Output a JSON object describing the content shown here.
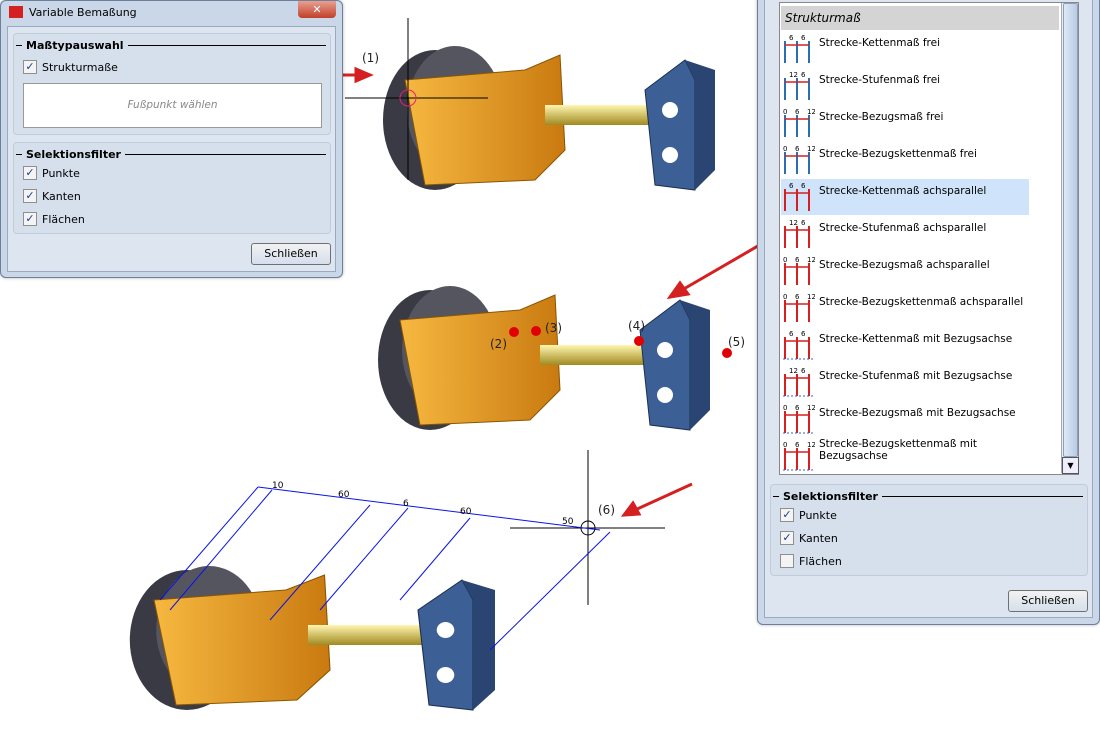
{
  "left_dialog": {
    "title": "Variable Bemaßung",
    "close": "✕",
    "group1_title": "Maßtypauswahl",
    "structure_checkbox": {
      "label": "Strukturmaße",
      "checked": true
    },
    "prompt": "Fußpunkt wählen",
    "group2_title": "Selektionsfilter",
    "filters": [
      {
        "label": "Punkte",
        "checked": true
      },
      {
        "label": "Kanten",
        "checked": true
      },
      {
        "label": "Flächen",
        "checked": true
      }
    ],
    "close_button": "Schließen"
  },
  "right_dialog": {
    "list_header": "Strukturmaß",
    "items": [
      {
        "label": "Strecke-Kettenmaß frei",
        "icon": "chain-dim-icon",
        "nums": [
          "6",
          "6"
        ]
      },
      {
        "label": "Strecke-Stufenmaß frei",
        "icon": "step-dim-icon",
        "nums": [
          "12",
          "6"
        ]
      },
      {
        "label": "Strecke-Bezugsmaß frei",
        "icon": "baseline-dim-icon",
        "nums": [
          "0",
          "6",
          "12"
        ]
      },
      {
        "label": "Strecke-Bezugskettenmaß frei",
        "icon": "baseline-chain-dim-icon",
        "nums": [
          "0",
          "6",
          "12"
        ]
      },
      {
        "label": "Strecke-Kettenmaß achsparallel",
        "icon": "chain-dim-icon",
        "nums": [
          "6",
          "6"
        ]
      },
      {
        "label": "Strecke-Stufenmaß achsparallel",
        "icon": "step-dim-icon",
        "nums": [
          "12",
          "6"
        ]
      },
      {
        "label": "Strecke-Bezugsmaß achsparallel",
        "icon": "baseline-dim-icon",
        "nums": [
          "0",
          "6",
          "12"
        ]
      },
      {
        "label": "Strecke-Bezugskettenmaß achsparallel",
        "icon": "baseline-chain-dim-icon",
        "nums": [
          "0",
          "6",
          "12"
        ]
      },
      {
        "label": "Strecke-Kettenmaß mit Bezugsachse",
        "icon": "chain-dim-icon",
        "nums": [
          "6",
          "6"
        ]
      },
      {
        "label": "Strecke-Stufenmaß mit Bezugsachse",
        "icon": "step-dim-icon",
        "nums": [
          "12",
          "6"
        ]
      },
      {
        "label": "Strecke-Bezugsmaß mit Bezugsachse",
        "icon": "baseline-dim-icon",
        "nums": [
          "0",
          "6",
          "12"
        ]
      },
      {
        "label": "Strecke-Bezugskettenmaß mit Bezugsachse",
        "icon": "baseline-chain-dim-icon",
        "nums": [
          "0",
          "6",
          "12"
        ]
      }
    ],
    "selected_index": 4,
    "group_title": "Selektionsfilter",
    "filters": [
      {
        "label": "Punkte",
        "checked": true
      },
      {
        "label": "Kanten",
        "checked": true
      },
      {
        "label": "Flächen",
        "checked": false
      }
    ],
    "close_button": "Schließen"
  },
  "annotations": {
    "a1": "(1)",
    "a2": "(2)",
    "a3": "(3)",
    "a4": "(4)",
    "a5": "(5)",
    "a6": "(6)"
  },
  "dimensions": [
    "10",
    "60",
    "6",
    "60",
    "50"
  ],
  "colors": {
    "accent_red": "#d42020",
    "dim_blue": "#0a14e6",
    "housing": "#e8a02a",
    "bracket": "#3c5f96"
  }
}
